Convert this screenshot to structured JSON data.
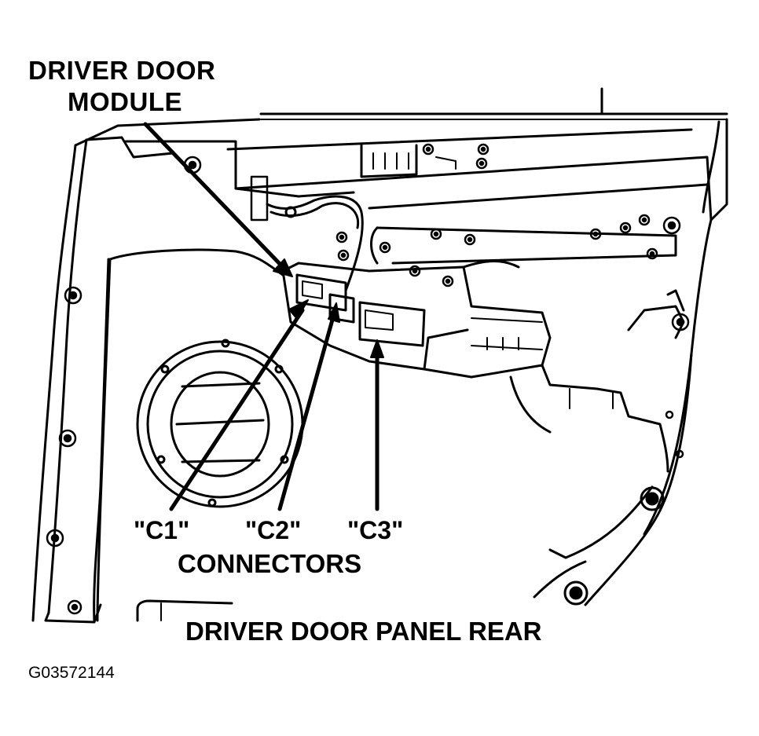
{
  "labels": {
    "module_line1": "DRIVER DOOR",
    "module_line2": "MODULE",
    "c1": "\"C1\"",
    "c2": "\"C2\"",
    "c3": "\"C3\"",
    "connectors": "CONNECTORS",
    "panel_rear": "DRIVER DOOR PANEL REAR",
    "figure_id": "G03572144"
  },
  "colors": {
    "line": "#000000",
    "background": "#ffffff"
  }
}
